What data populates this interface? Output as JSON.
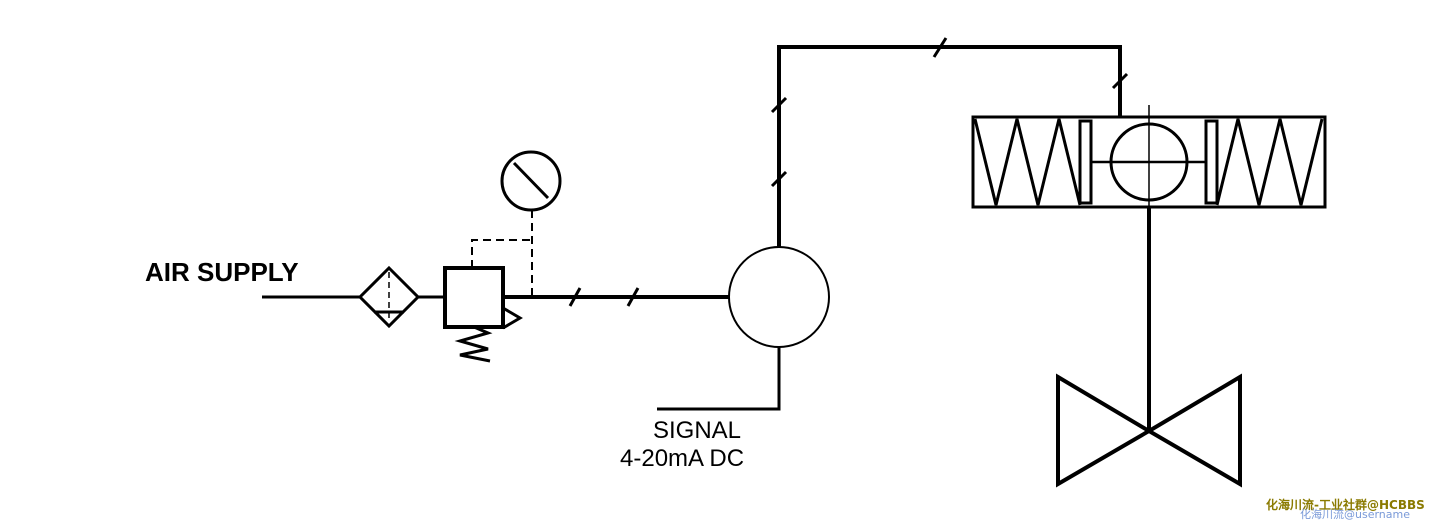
{
  "labels": {
    "air_supply": "AIR SUPPLY",
    "signal_line1": "SIGNAL",
    "signal_line2": "4-20mA DC"
  },
  "watermark": {
    "line1": "化海川流-工业社群@HCBBS",
    "line2": "化海川流@username"
  },
  "colors": {
    "line": "#000000",
    "background": "#ffffff",
    "watermark_primary": "#8a7a00",
    "watermark_secondary": "#7a9ad8"
  }
}
